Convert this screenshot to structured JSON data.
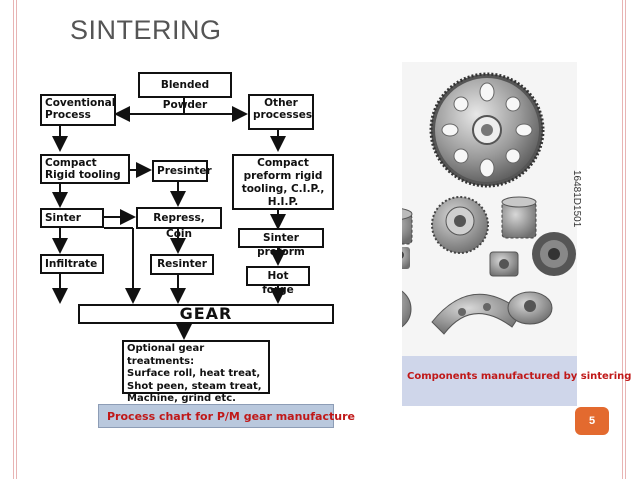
{
  "slide": {
    "title": "SINTERING",
    "side_id": "16481D1501",
    "page_number": "5"
  },
  "flowchart": {
    "nodes": {
      "blended_powder": "Blended Powder",
      "conventional": "Coventional Process",
      "other": "Other processes",
      "compact_rigid": "Compact Rigid tooling",
      "presinter": "Presinter",
      "compact_preform": "Compact preform rigid tooling, C.I.P., H.I.P.",
      "sinter": "Sinter",
      "repress_coin": "Repress, Coin",
      "sinter_preform": "Sinter preform",
      "infiltrate": "Infiltrate",
      "resinter": "Resinter",
      "hot_forge": "Hot forge",
      "gear": "GEAR",
      "optional_title": "Optional gear treatments:",
      "optional_line1": "Surface roll, heat treat,",
      "optional_line2": "Shot peen, steam treat,",
      "optional_line3": "Machine, grind etc."
    },
    "caption": "Process chart for P/M gear manufacture"
  },
  "photo": {
    "caption": "Components manufactured by sintering"
  },
  "colors": {
    "caption_text": "#c01818",
    "badge": "#e36a2f",
    "caption_bg_left": "#b9c8dd",
    "caption_bg_right": "#cfd6ea"
  }
}
